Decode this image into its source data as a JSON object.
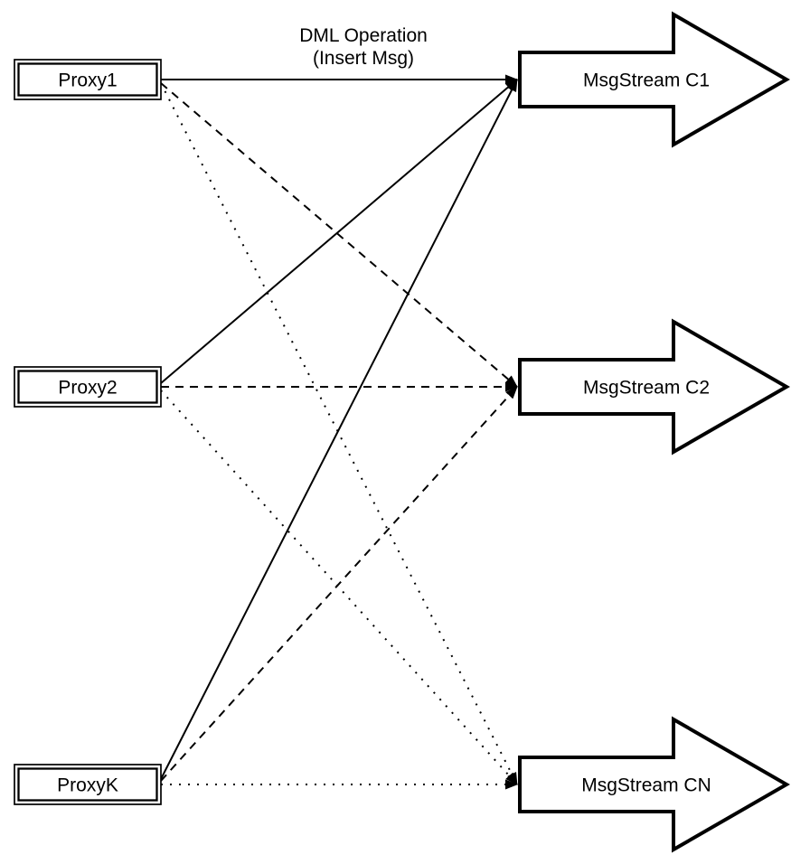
{
  "diagram_title": {
    "line1": "DML Operation",
    "line2": "(Insert Msg)"
  },
  "proxies": [
    {
      "label": "Proxy1"
    },
    {
      "label": "Proxy2"
    },
    {
      "label": "ProxyK"
    }
  ],
  "streams": [
    {
      "label": "MsgStream C1"
    },
    {
      "label": "MsgStream C2"
    },
    {
      "label": "MsgStream CN"
    }
  ],
  "edges": [
    {
      "from": "Proxy1",
      "to": "MsgStream C1",
      "style": "solid"
    },
    {
      "from": "Proxy1",
      "to": "MsgStream C2",
      "style": "dashed"
    },
    {
      "from": "Proxy1",
      "to": "MsgStream CN",
      "style": "dotted"
    },
    {
      "from": "Proxy2",
      "to": "MsgStream C1",
      "style": "solid"
    },
    {
      "from": "Proxy2",
      "to": "MsgStream C2",
      "style": "dashed"
    },
    {
      "from": "Proxy2",
      "to": "MsgStream CN",
      "style": "dotted"
    },
    {
      "from": "ProxyK",
      "to": "MsgStream C1",
      "style": "solid"
    },
    {
      "from": "ProxyK",
      "to": "MsgStream C2",
      "style": "dashed"
    },
    {
      "from": "ProxyK",
      "to": "MsgStream CN",
      "style": "dotted"
    }
  ],
  "colors": {
    "ink": "#000000",
    "background": "#ffffff"
  }
}
